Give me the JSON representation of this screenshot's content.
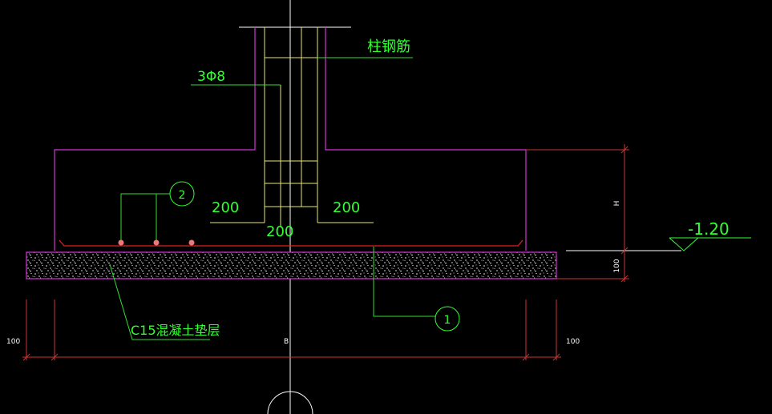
{
  "labels": {
    "column_rebar": "柱钢筋",
    "stirrup": "3Φ8",
    "dim_left": "200",
    "dim_right": "200",
    "dim_bottom": "200",
    "elevation": "-1.20",
    "dim_h": "H",
    "dim_100_vertical": "100",
    "dim_100_left": "100",
    "dim_100_right": "100",
    "dim_b": "B",
    "bedding": "C15混凝土垫层",
    "callout_1": "1",
    "callout_2": "2"
  },
  "colors": {
    "background": "#000000",
    "concrete_outline": "#d633d6",
    "rebar_yellow": "#e8e86a",
    "text_green": "#33ff33",
    "leader_green": "#33dd33",
    "axis_white": "#ffffff",
    "dimension_red": "#cc3333",
    "rebar_dot": "#e87a7a",
    "bottom_bar_red": "#dd2222"
  }
}
